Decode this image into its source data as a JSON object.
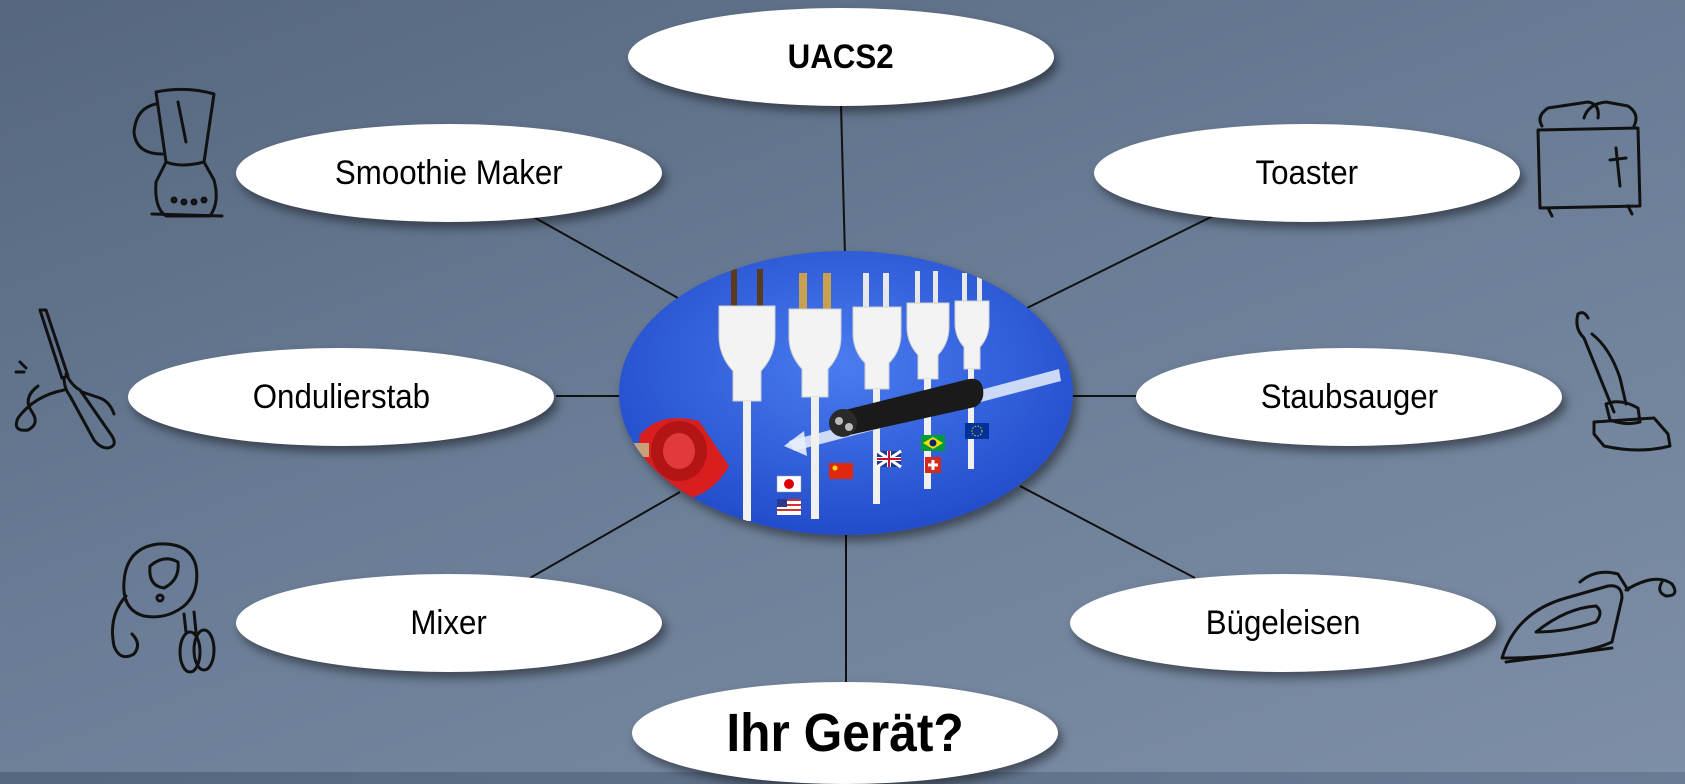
{
  "center": {
    "image_name": "uacs2-plug-connector-image",
    "background_color": "#2f5fe0"
  },
  "nodes": {
    "top": "UACS2",
    "smoothie": "Smoothie Maker",
    "toaster": "Toaster",
    "curling": "Ondulierstab",
    "vacuum": "Staubsauger",
    "mixer": "Mixer",
    "iron": "Bügeleisen",
    "bottom": "Ihr Gerät?"
  },
  "icons": [
    "blender-icon",
    "toaster-icon",
    "curling-iron-icon",
    "vacuum-cleaner-icon",
    "hand-mixer-icon",
    "iron-icon"
  ],
  "colors": {
    "background_dark": "#55667e",
    "background_light": "#7d8ea6",
    "node_fill": "#ffffff",
    "connector": "#000000"
  }
}
